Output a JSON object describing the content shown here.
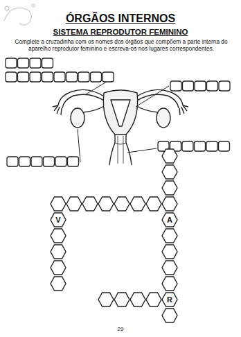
{
  "diagram": {
    "title": "ÓRGÃOS INTERNOS",
    "nodes": [
      {
        "text": [
          "V"
        ]
      },
      {
        "text": [
          "A"
        ]
      },
      {
        "text": [
          "R"
        ]
      }
    ],
    "labels": [
      "SISTEMA REPRODUTOR FEMININO",
      "Complete a cruzadinha com os nomes dos órgãos que compõem a parte interna do aparelho reprodutor feminino e escreva-os nos lugares correspondentes.",
      "29"
    ]
  }
}
